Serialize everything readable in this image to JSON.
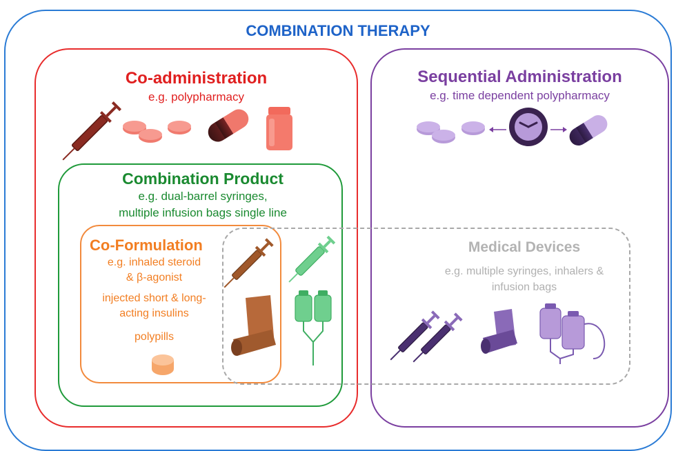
{
  "title": "COMBINATION THERAPY",
  "coadministration": {
    "heading": "Co-administration",
    "example": "e.g. polypharmacy"
  },
  "sequential": {
    "heading": "Sequential Administration",
    "example": "e.g. time dependent polypharmacy"
  },
  "combination_product": {
    "heading": "Combination Product",
    "example_line1": "e.g. dual-barrel syringes,",
    "example_line2": "multiple infusion bags single line"
  },
  "coformulation": {
    "heading": "Co-Formulation",
    "line1": "e.g. inhaled steroid",
    "line2": "& β-agonist",
    "line3": "injected short & long-",
    "line4": "acting insulins",
    "line5": "polypills"
  },
  "medical_devices": {
    "heading": "Medical Devices",
    "line1": "e.g. multiple syringes, inhalers &",
    "line2": "infusion bags"
  },
  "colors": {
    "outer": "#2a7bd5",
    "red": "#e82c2c",
    "purple": "#7a3fa0",
    "green": "#1f9a3a",
    "orange": "#f28a3c",
    "grey": "#a8a8a8"
  },
  "icons": [
    "syringe-icon",
    "tablet-icon",
    "capsule-icon",
    "pill-bottle-icon",
    "clock-icon",
    "inhaler-icon",
    "infusion-bag-icon",
    "polypill-icon"
  ]
}
